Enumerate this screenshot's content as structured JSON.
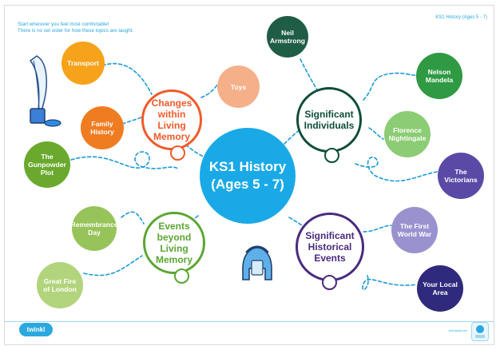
{
  "intro_lines": [
    "Start wherever you feel most comfortable!",
    "There is no set order for how these topics are taught."
  ],
  "corner_title": "KS1 History (Ages 5 - 7)",
  "center": {
    "line1": "KS1 History",
    "line2": "(Ages 5 - 7)",
    "color": "#19a9e6"
  },
  "hubs": {
    "changes": {
      "lines": [
        "Changes",
        "within Living",
        "Memory"
      ],
      "color": "#ef5a2a"
    },
    "individuals": {
      "lines": [
        "Significant",
        "Individuals"
      ],
      "color": "#0e4d3a"
    },
    "historical": {
      "lines": [
        "Significant",
        "Historical",
        "Events"
      ],
      "color": "#4a2a7e"
    },
    "beyond": {
      "lines": [
        "Events",
        "beyond",
        "Living",
        "Memory"
      ],
      "color": "#5aa632"
    }
  },
  "topics": {
    "transport": {
      "label": "Transport",
      "color": "#f6a21b"
    },
    "family_history": {
      "label": "Family History",
      "color": "#f07c22"
    },
    "toys": {
      "label": "Toys",
      "color": "#f5b08a"
    },
    "neil_armstrong": {
      "label": "Neil Armstrong",
      "color": "#1f5d47"
    },
    "nelson_mandela": {
      "label": "Nelson Mandela",
      "color": "#2f9a43"
    },
    "florence_nightingale": {
      "label": "Florence Nightingale",
      "color": "#8ccc74"
    },
    "gunpowder_plot": {
      "label": "The Gunpowder Plot",
      "color": "#6aa92d"
    },
    "remembrance_day": {
      "label": "Remembrance Day",
      "color": "#97c45a"
    },
    "great_fire": {
      "label": "Great Fire of London",
      "color": "#b2d47c"
    },
    "victorians": {
      "label": "The Victorians",
      "color": "#5a4aa6"
    },
    "first_world_war": {
      "label": "The First World War",
      "color": "#9a92cf"
    },
    "local_area": {
      "label": "Your Local Area",
      "color": "#2f2a7c"
    }
  },
  "footer": {
    "logo": "twinkl",
    "website": "visit twinkl.com"
  },
  "link_color": "#1d9ad6"
}
